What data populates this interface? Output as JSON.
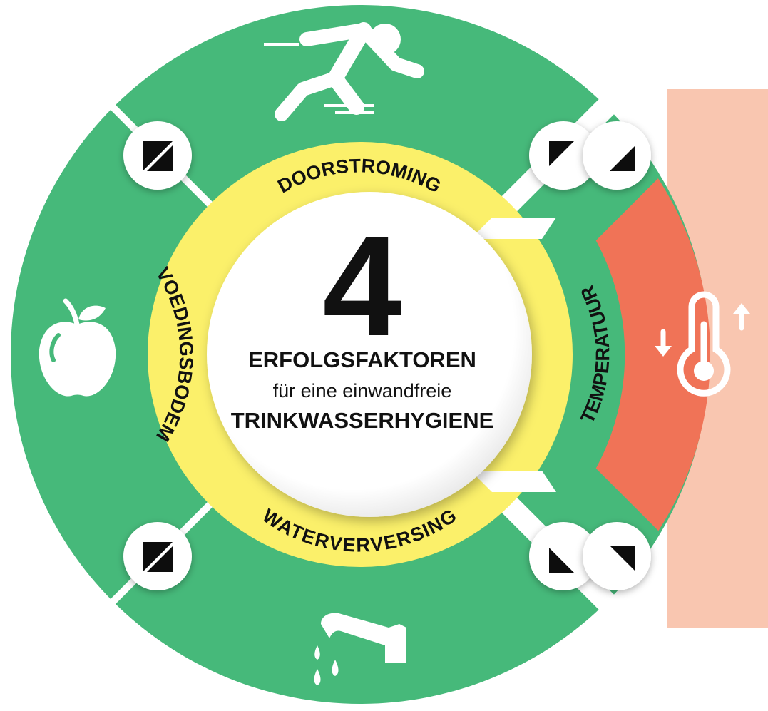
{
  "center": {
    "number": "4",
    "line1": "ERFOLGSFAKTOREN",
    "line2": "für eine einwandfreie",
    "line3": "TRINKWASSERHYGIENE"
  },
  "factors": [
    {
      "label": "DOORSTROMING",
      "icon": "running-person-icon"
    },
    {
      "label": "TEMPERATUUR",
      "icon": "thermometer-icon"
    },
    {
      "label": "WATERVERVERSING",
      "icon": "faucet-icon"
    },
    {
      "label": "VOEDINGSBODEM",
      "icon": "apple-icon"
    }
  ],
  "colors": {
    "outer_green": "#46b97a",
    "highlight_red": "#f07357",
    "highlight_light": "#f9c6b0",
    "ring_yellow": "#fbf06a",
    "center_white": "#ffffff"
  }
}
